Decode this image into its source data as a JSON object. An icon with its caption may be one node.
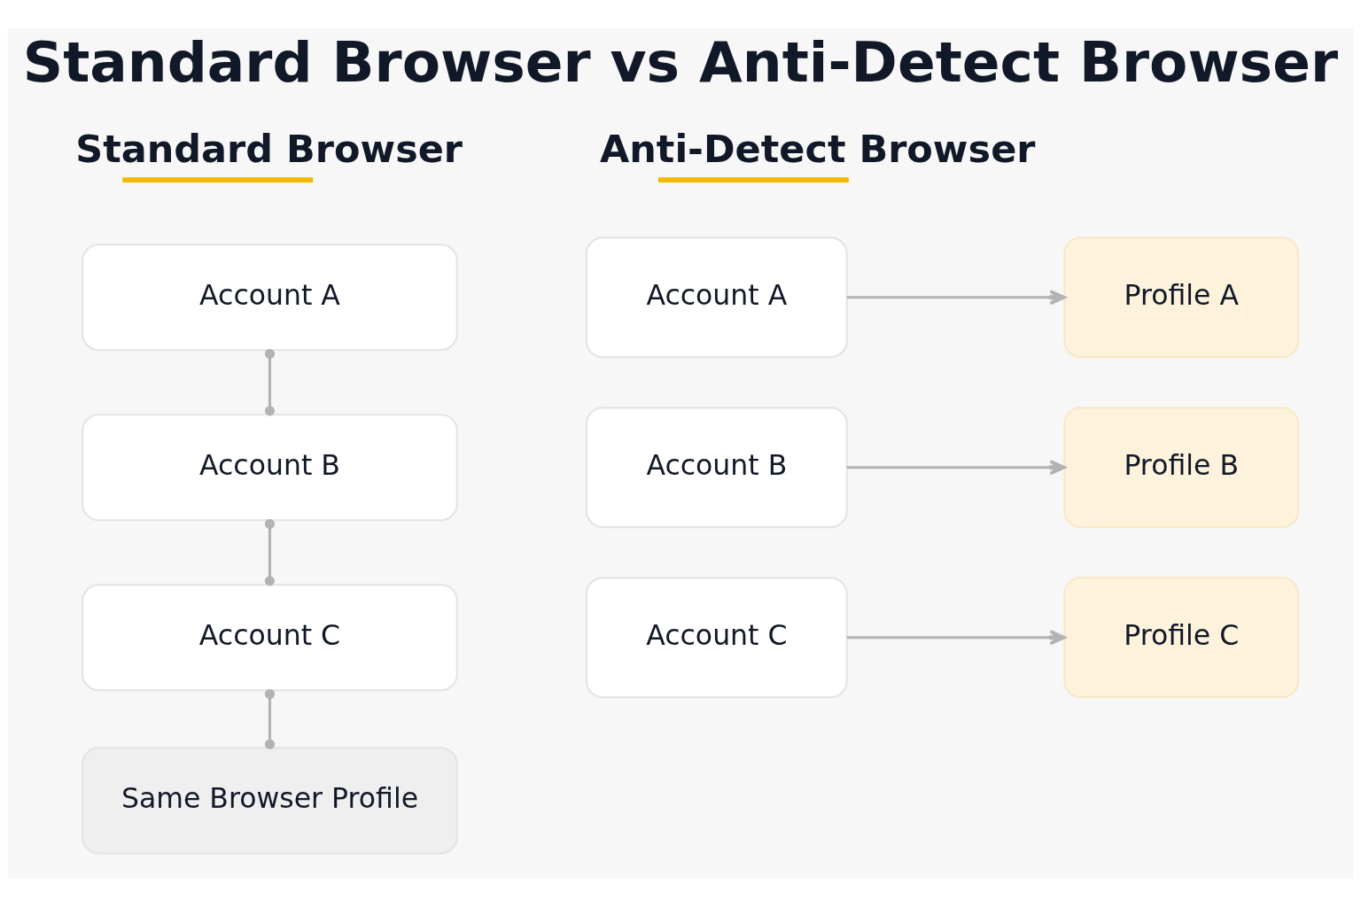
{
  "diagram": {
    "title": "Standard Browser vs Anti-Detect Browser",
    "nodes": [
      {
        "text": [
          "Account A"
        ]
      },
      {
        "text": [
          "Account B"
        ]
      },
      {
        "text": [
          "Account C"
        ]
      },
      {
        "text": [
          "Same Browser Profile"
        ]
      },
      {
        "text": [
          "Account A"
        ]
      },
      {
        "text": [
          "Profile A"
        ]
      },
      {
        "text": [
          "Account B"
        ]
      },
      {
        "text": [
          "Profile B"
        ]
      },
      {
        "text": [
          "Account C"
        ]
      },
      {
        "text": [
          "Profile C"
        ]
      }
    ],
    "edges": [
      {
        "from": 0,
        "to": 1,
        "arrow": "other"
      },
      {
        "from": 1,
        "to": 2,
        "arrow": "other"
      },
      {
        "from": 2,
        "to": 3,
        "arrow": "other"
      },
      {
        "from": 4,
        "to": 5,
        "arrow": "to"
      },
      {
        "from": 6,
        "to": 7,
        "arrow": "to"
      },
      {
        "from": 8,
        "to": 9,
        "arrow": "to"
      }
    ],
    "labels": [
      "Standard Browser",
      "Anti-Detect Browser"
    ]
  }
}
